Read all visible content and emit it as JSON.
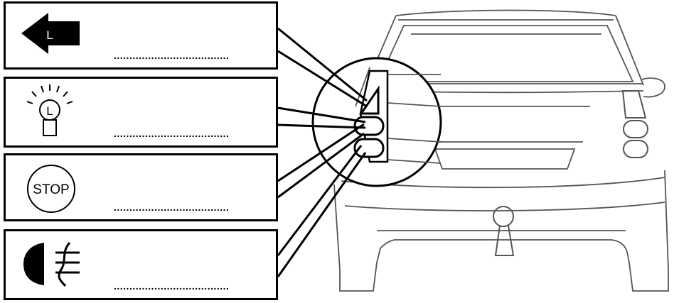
{
  "labels": [
    {
      "id": "turn-signal",
      "icon": "turn-signal-arrow-icon",
      "icon_letter": "L",
      "answer": "....................................."
    },
    {
      "id": "tail-light",
      "icon": "light-bulb-icon",
      "icon_letter": "L",
      "answer": "....................................."
    },
    {
      "id": "brake-light",
      "icon": "stop-circle-icon",
      "icon_text": "STOP",
      "answer": "....................................."
    },
    {
      "id": "fog-light",
      "icon": "rear-fog-light-icon",
      "answer": "....................................."
    }
  ]
}
